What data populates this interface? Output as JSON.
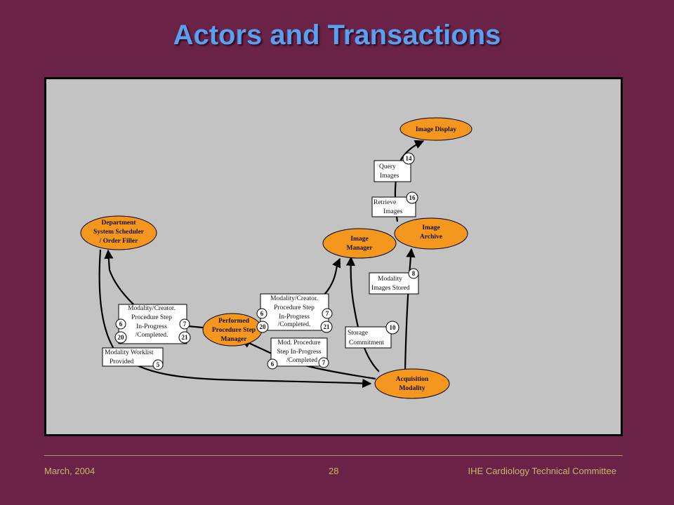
{
  "slide": {
    "title": "Actors and Transactions",
    "footer_left": "March, 2004",
    "footer_center": "28",
    "footer_right": "IHE Cardiology Technical Committee"
  },
  "actors": {
    "image_display": [
      "Image Display"
    ],
    "image_archive": [
      "Image",
      "Archive"
    ],
    "image_manager": [
      "Image",
      "Manager"
    ],
    "dss": [
      "Department",
      "System Scheduler",
      "/ Order Filler"
    ],
    "ppsm": [
      "Performed",
      "Procedure Step",
      "Manager"
    ],
    "acq": [
      "Acquisition",
      "Modality"
    ]
  },
  "transactions": {
    "query": [
      "Query",
      "Images"
    ],
    "retrieve": [
      "Retrieve",
      "Images"
    ],
    "stored": [
      "Modality",
      "Images Stored"
    ],
    "commit": [
      "Storage",
      "Commitment"
    ],
    "mpps_left": [
      "Modality/Creator.",
      "Procedure Step",
      "In-Progress",
      "/Completed."
    ],
    "mpps_mid": [
      "Modality/Creator.",
      "Procedure Step",
      "In-Progress",
      "/Completed."
    ],
    "mod_proc": [
      "Mod. Procedure",
      "Step In-Progress",
      "/Completed"
    ],
    "worklist": [
      "Modality Worklist",
      "Provided"
    ]
  },
  "numbers": {
    "n14": "14",
    "n16": "16",
    "n8": "8",
    "n10": "10",
    "nl6": "6",
    "nl7": "7",
    "nl20": "20",
    "nl21": "21",
    "n5": "5",
    "nm6": "6",
    "nm7": "7",
    "nm20": "20",
    "nm21": "21",
    "nb6": "6",
    "nb7": "7"
  },
  "colors": {
    "background": "#6a2346",
    "panel": "#c3c3c3",
    "actor_fill": "#f5961e",
    "title": "#5aa0f0",
    "footer": "#c9b56e"
  }
}
